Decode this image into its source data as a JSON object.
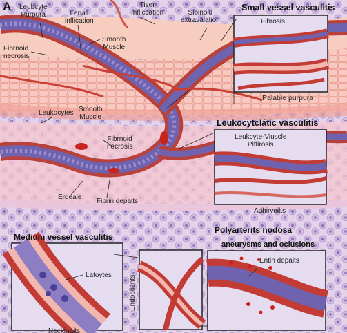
{
  "panel_letter": "A",
  "headings": {
    "small_vessel": "Small vessel vasculitis",
    "leukocytoclastic": "Leukocytclátic vasculitis",
    "polyarteritis": "Polyarterits nodosa",
    "aneurysms": "aneurysms and oclusions",
    "medium_vessel": "Medium vessel vasculitis"
  },
  "labels": {
    "leukocyte_purpura": "Leubcyte\nPurpura",
    "lenall_inflication": "Lenall\ninflication",
    "tiser_inflication": "Tiser\nInfliccation",
    "sibinoid": "Sibinoid\nextravalation",
    "fibrnoid_necrosis_top": "Fibrnoid\nnecrosis",
    "smooth_muscle_top": "Smooth\nMuscle",
    "fibrosis": "Fibrosis",
    "palable_purpura": "Palable purpura",
    "leukocytes": "Leukocytes",
    "smooth_muscle_mid": "Smooth\nMuscle",
    "fibrnoid_necrosis_mid": "Fibrnoid\nnecrosis",
    "leukocyte_viuscle": "Leukcyte-Viuscle\nPiffirosis",
    "erdeale": "Erdeale",
    "fibrin_depaits": "Fibrin depaits",
    "adhirveilts": "Adhirveilts",
    "latocytes": "Latoytes",
    "endoblients": "Endoblients",
    "entin_depaits": "Entin depaits",
    "bottom_cut": "Neckinaits"
  }
}
